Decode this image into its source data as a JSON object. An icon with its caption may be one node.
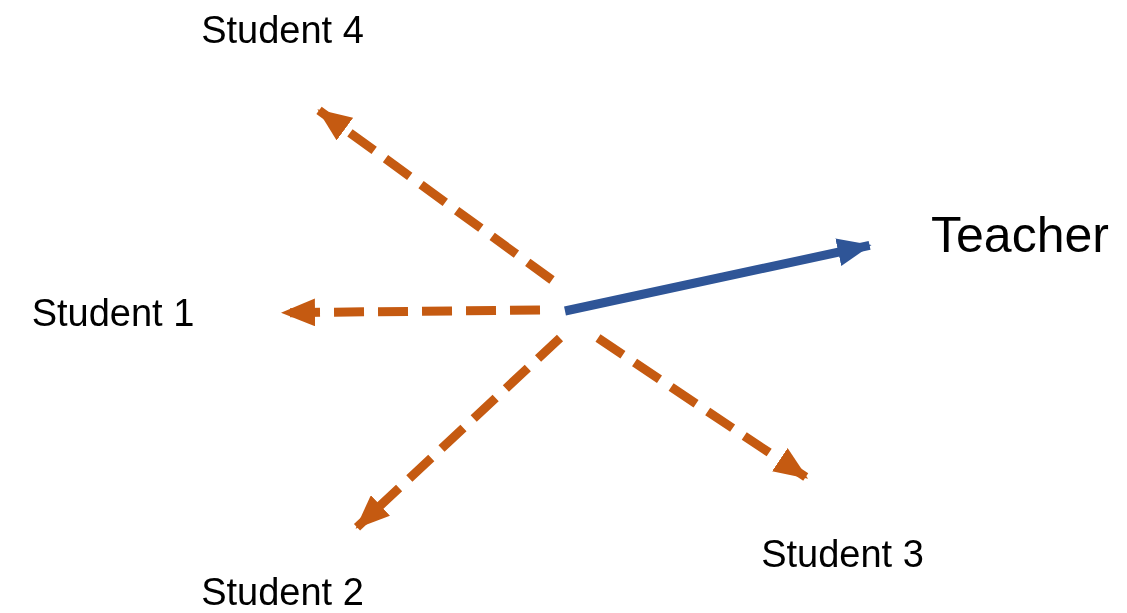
{
  "diagram": {
    "nodes": [
      {
        "text": [
          "Student 4"
        ]
      },
      {
        "text": [
          "Teacher"
        ]
      },
      {
        "text": [
          "Student 1"
        ]
      },
      {
        "text": [
          "Student 3"
        ]
      },
      {
        "text": [
          "Student 2"
        ]
      }
    ],
    "edges": [
      {
        "from": null,
        "to": 0,
        "arrow": "to",
        "style": "dashed"
      },
      {
        "from": null,
        "to": 1,
        "arrow": "to",
        "color": "#2f5597"
      },
      {
        "from": null,
        "to": 2,
        "arrow": "to",
        "style": "dashed"
      },
      {
        "from": null,
        "to": 3,
        "arrow": "to",
        "style": "dashed"
      },
      {
        "from": null,
        "to": 4,
        "arrow": "to",
        "style": "dashed"
      }
    ]
  }
}
